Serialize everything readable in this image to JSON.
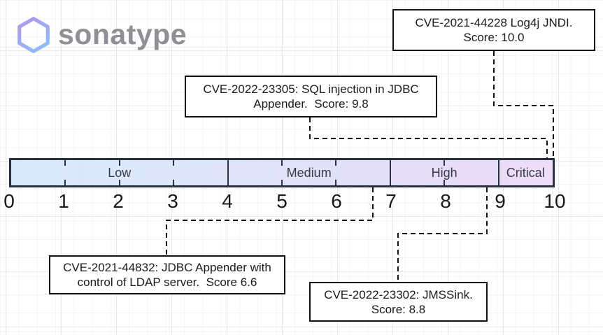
{
  "logo": {
    "brand": "sonatype",
    "icon": "hexagon-icon",
    "gradient": [
      "#b495ea",
      "#8fbaf3"
    ],
    "text_color": "#8e9095"
  },
  "scale": {
    "min": 0,
    "max": 10,
    "ticks": [
      "0",
      "1",
      "2",
      "3",
      "4",
      "5",
      "6",
      "7",
      "8",
      "9",
      "10"
    ],
    "segments": [
      {
        "label": "Low",
        "from": 0,
        "to": 4
      },
      {
        "label": "Medium",
        "from": 4,
        "to": 7
      },
      {
        "label": "High",
        "from": 7,
        "to": 9
      },
      {
        "label": "Critical",
        "from": 9,
        "to": 10
      }
    ],
    "bar_gradient": [
      "#d9eafc",
      "#e3e0f9",
      "#eeddf8"
    ],
    "border_color": "#273142"
  },
  "callouts": [
    {
      "id": "log4j",
      "line1": "CVE-2021-44228 Log4j JNDI.",
      "line2": "Score: 10.0",
      "score": 10.0
    },
    {
      "id": "sql-injection",
      "line1": "CVE-2022-23305: SQL injection in JDBC",
      "line2": "Appender.  Score: 9.8",
      "score": 9.8
    },
    {
      "id": "ldap",
      "line1": "CVE-2021-44832: JDBC Appender with",
      "line2": "control of LDAP server.  Score 6.6",
      "score": 6.6
    },
    {
      "id": "jmssink",
      "line1": "CVE-2022-23302: JMSSink.",
      "line2": "Score: 8.8",
      "score": 8.8
    }
  ]
}
